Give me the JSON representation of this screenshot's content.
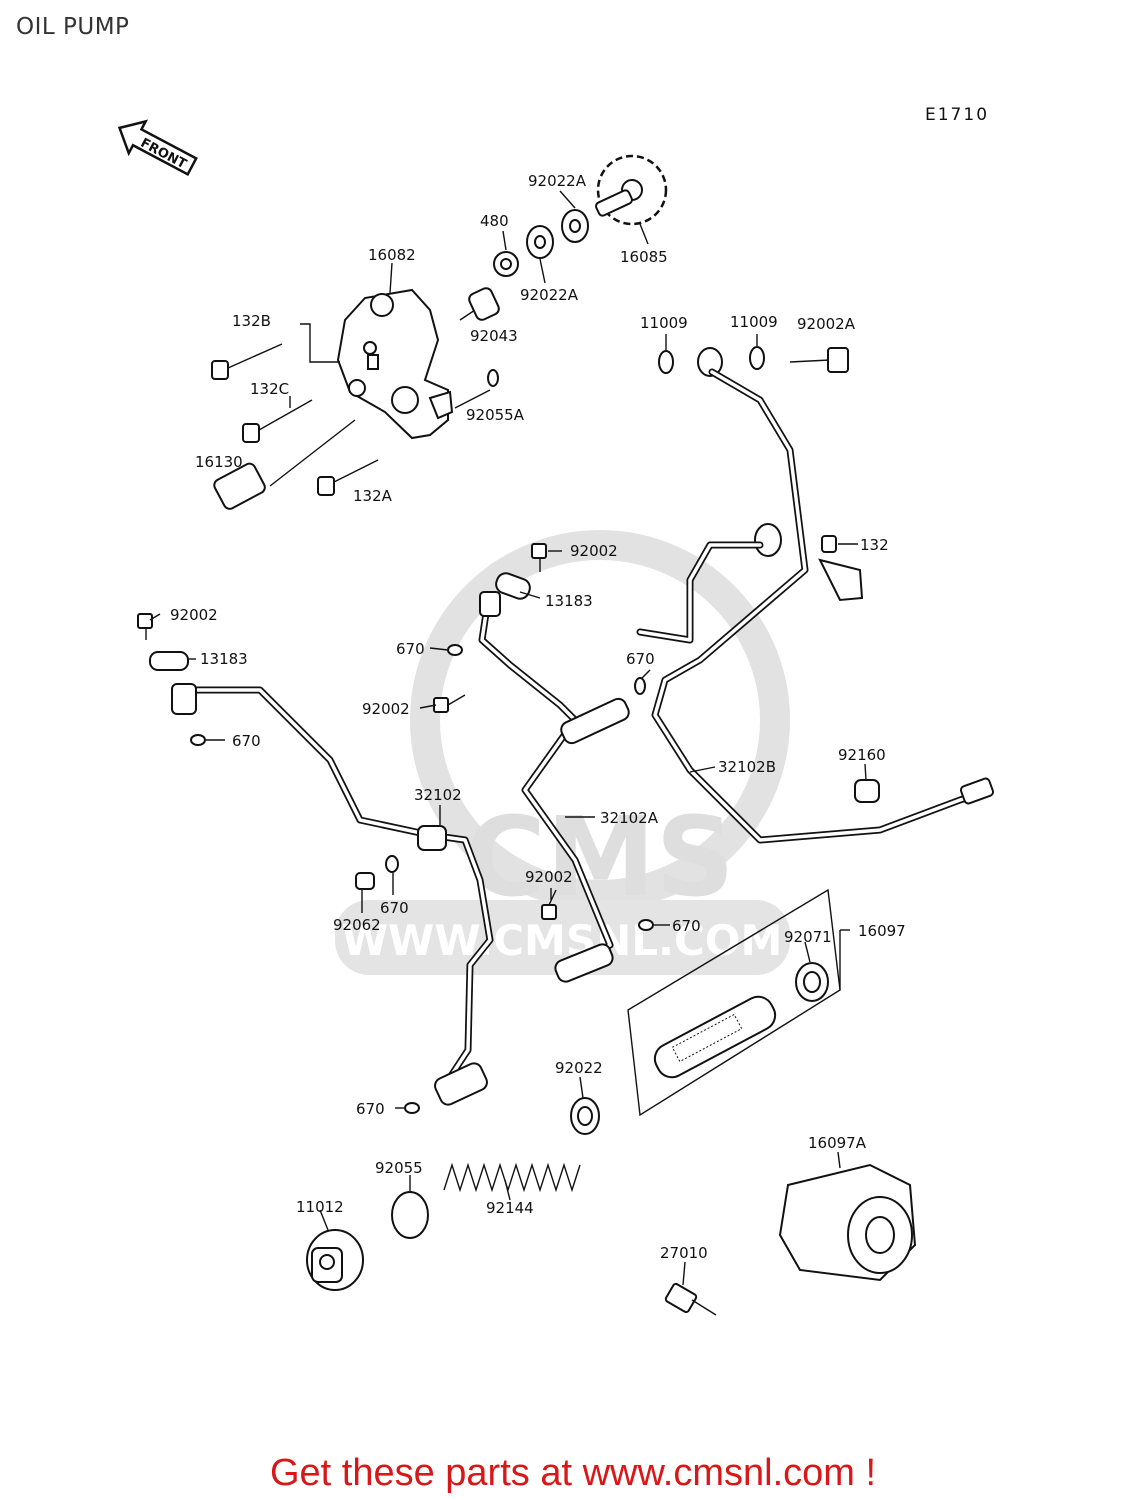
{
  "page_title": "OIL PUMP",
  "diagram_code": "E1710",
  "front_arrow_label": "FRONT",
  "watermark": {
    "brand": "CMS",
    "url": "WWW.CMSNL.COM",
    "color": "#d9d9d9"
  },
  "footer_link": "Get these parts at www.cmsnl.com !",
  "footer_color": "#d81818",
  "labels": {
    "l_92022A_top": "92022A",
    "l_480": "480",
    "l_16082": "16082",
    "l_16085": "16085",
    "l_92022A_bot": "92022A",
    "l_132B": "132B",
    "l_92043": "92043",
    "l_11009_a": "11009",
    "l_11009_b": "11009",
    "l_92002A": "92002A",
    "l_132C": "132C",
    "l_92055A": "92055A",
    "l_16130": "16130",
    "l_132A": "132A",
    "l_92002_a": "92002",
    "l_132": "132",
    "l_13183_a": "13183",
    "l_92002_b": "92002",
    "l_13183_b": "13183",
    "l_670_a": "670",
    "l_670_b": "670",
    "l_92002_c": "92002",
    "l_670_c": "670",
    "l_92160": "92160",
    "l_32102B": "32102B",
    "l_32102": "32102",
    "l_32102A": "32102A",
    "l_92062": "92062",
    "l_670_d": "670",
    "l_92002_d": "92002",
    "l_670_e": "670",
    "l_92071": "92071",
    "l_16097": "16097",
    "l_92022": "92022",
    "l_670_f": "670",
    "l_16097A": "16097A",
    "l_92055": "92055",
    "l_11012": "11012",
    "l_92144": "92144",
    "l_27010": "27010"
  }
}
